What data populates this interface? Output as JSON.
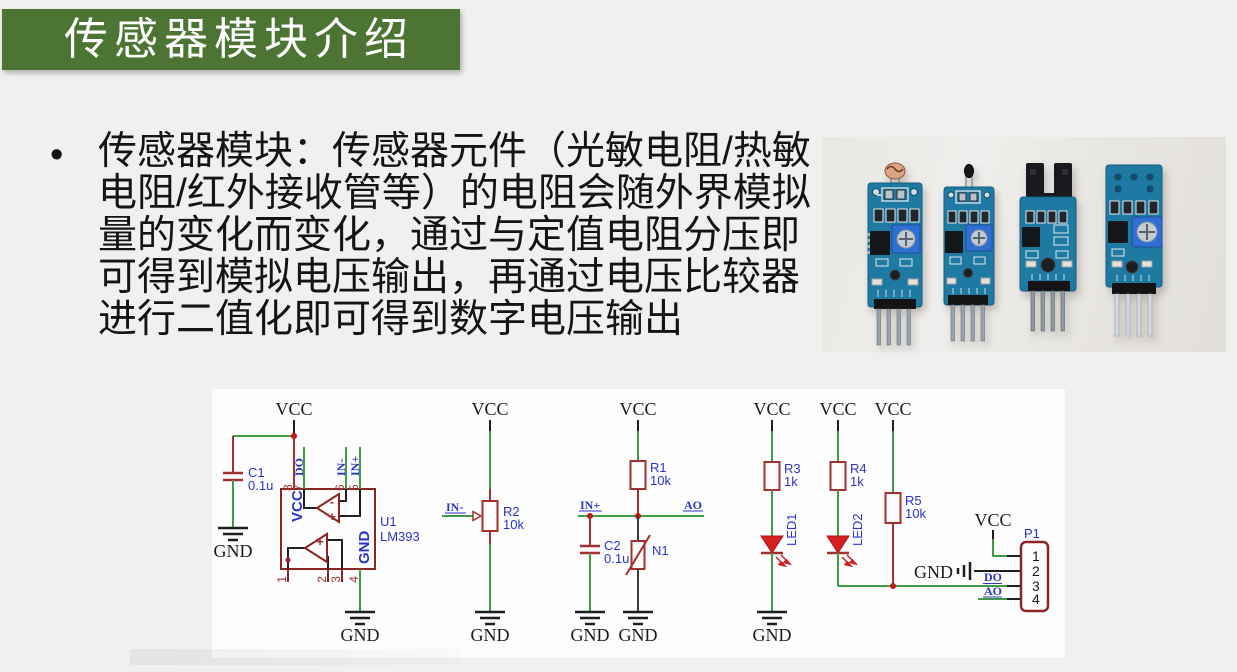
{
  "page": {
    "background": "#f0f0ef"
  },
  "title_banner": {
    "label": "传感器模块介绍",
    "background": "#4c7433",
    "text_color": "#ffffff"
  },
  "bullet": {
    "marker": "•",
    "text": "传感器模块：传感器元件（光敏电阻/热敏电阻/红外接收管等）的电阻会随外界模拟量的变化而变化，通过与定值电阻分压即可得到模拟电压输出，再通过电压比较器进行二值化即可得到数字电压输出"
  },
  "photo": {
    "modules": [
      "photoresistor-module",
      "thermistor-module",
      "slot-optocoupler-module",
      "trimpot-comparator-module"
    ],
    "pcb_color": "#1e7aa3",
    "trimmer_color": "#2f6fd4"
  },
  "schematic": {
    "power_label": "VCC",
    "ground_label": "GND",
    "nets": {
      "do": "DO",
      "in_minus": "IN-",
      "in_plus": "IN+",
      "ao": "AO"
    },
    "u1": {
      "ref": "U1",
      "value": "LM393",
      "internal_vcc": "VCC",
      "internal_gnd": "GND",
      "pin8": "8",
      "pin7": "7",
      "pin6": "6",
      "pin5": "5",
      "pin1": "1",
      "pin2": "2",
      "pin3": "3",
      "pin4": "4",
      "minus": "-",
      "plus": "+"
    },
    "c1": {
      "ref": "C1",
      "value": "0.1u"
    },
    "c2": {
      "ref": "C2",
      "value": "0.1u"
    },
    "r1": {
      "ref": "R1",
      "value": "10k"
    },
    "r2": {
      "ref": "R2",
      "value": "10k"
    },
    "r3": {
      "ref": "R3",
      "value": "1k"
    },
    "r4": {
      "ref": "R4",
      "value": "1k"
    },
    "r5": {
      "ref": "R5",
      "value": "10k"
    },
    "n1": {
      "ref": "N1"
    },
    "led1": {
      "ref": "LED1"
    },
    "led2": {
      "ref": "LED2"
    },
    "p1": {
      "ref": "P1",
      "pin1": "1",
      "pin2": "2",
      "pin3": "3",
      "pin4": "4"
    },
    "colors": {
      "wire": "#3f9c42",
      "component": "#a33030",
      "label": "#2b35c8"
    }
  }
}
